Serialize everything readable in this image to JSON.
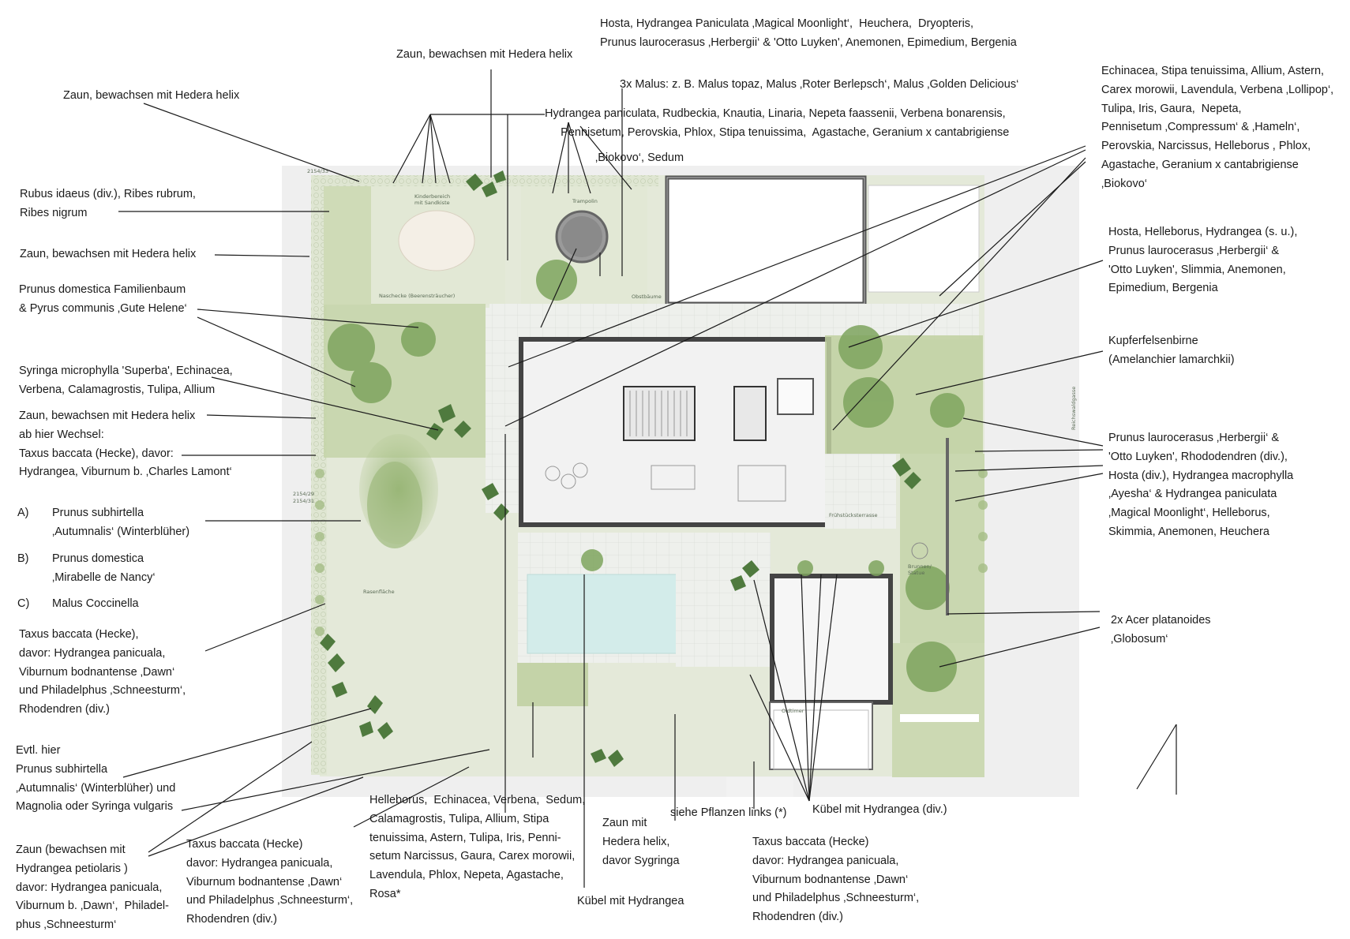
{
  "labels": {
    "top_hosta": "Hosta, Hydrangea Paniculata ‚Magical Moonlight‘,  Heuchera,  Dryopteris,\nPrunus laurocerasus ‚Herbergii‘ & 'Otto Luyken', Anemonen, Epimedium, Bergenia",
    "top_zaun": "Zaun, bewachsen mit Hedera helix",
    "top_malus": "3x Malus: z. B. Malus topaz, Malus ‚Roter Berlepsch‘, Malus ‚Golden Delicious‘",
    "top_hydrangea": "Hydrangea paniculata, Rudbeckia, Knautia, Linaria, Nepeta faassenii, Verbena bonarensis,\n     Pennisetum, Perovskia, Phlox, Stipa tenuissima,  Agastache, Geranium x cantabrigiense",
    "top_biokovo": "‚Biokovo‘, Sedum",
    "left_zaun1": "Zaun, bewachsen mit Hedera helix",
    "left_rubus": "Rubus idaeus (div.), Ribes rubrum,\nRibes nigrum",
    "left_zaun2": "Zaun, bewachsen mit Hedera helix",
    "left_prunus": "Prunus domestica Familienbaum\n& Pyrus communis ‚Gute Helene‘",
    "left_syringa": "Syringa microphylla 'Superba', Echinacea,\nVerbena, Calamagrostis, Tulipa, Allium",
    "left_zaun3": "Zaun, bewachsen mit Hedera helix\nab hier Wechsel:\nTaxus baccata (Hecke), davor:\nHydrangea, Viburnum b. ‚Charles Lamont‘",
    "left_a_key": "A)",
    "left_a_text": "Prunus subhirtella\n‚Autumnalis‘ (Winterblüher)",
    "left_b_key": "B)",
    "left_b_text": "Prunus domestica\n‚Mirabelle de Nancy‘",
    "left_c_key": "C)",
    "left_c_text": "Malus Coccinella",
    "left_taxus": "Taxus baccata (Hecke),\ndavor: Hydrangea panicuala,\nViburnum bodnantense ‚Dawn‘\nund Philadelphus ‚Schneesturm‘,\nRhodendren (div.)",
    "left_evtl": "Evtl. hier\nPrunus subhirtella\n‚Autumnalis‘ (Winterblüher) und\nMagnolia oder Syringa vulgaris",
    "bottom_zaun_petiolaris": "Zaun (bewachsen mit\nHydrangea petiolaris )\ndavor: Hydrangea panicuala,\nViburnum b. ‚Dawn‘,  Philadel-\nphus ‚Schneesturm‘",
    "bottom_taxus1": "Taxus baccata (Hecke)\ndavor: Hydrangea panicuala,\nViburnum bodnantense ‚Dawn‘\nund Philadelphus ‚Schneesturm‘,\nRhodendren (div.)",
    "bottom_helleborus": "Helleborus,  Echinacea, Verbena,  Sedum,\nCalamagrostis, Tulipa, Allium, Stipa\ntenuissima, Astern, Tulipa, Iris, Penni-\nsetum Narcissus, Gaura, Carex morowii,\nLavendula, Phlox, Nepeta, Agastache,\nRosa*",
    "bottom_zaun_mit": "Zaun mit\nHedera helix,\ndavor Sygringa",
    "bottom_kuebel": "Kübel mit Hydrangea",
    "bottom_siehe": "siehe Pflanzen links (*)",
    "bottom_kuebel_div": "Kübel mit Hydrangea (div.)",
    "bottom_taxus2": "Taxus baccata (Hecke)\ndavor: Hydrangea panicuala,\nViburnum bodnantense ‚Dawn‘\nund Philadelphus ‚Schneesturm‘,\nRhodendren (div.)",
    "right_echinacea": "Echinacea, Stipa tenuissima, Allium, Astern,\nCarex morowii, Lavendula, Verbena ‚Lollipop‘,\nTulipa, Iris, Gaura,  Nepeta,\nPennisetum ‚Compressum‘ & ‚Hameln‘,\nPerovskia, Narcissus, Helleborus , Phlox,\nAgastache, Geranium x cantabrigiense\n‚Biokovo‘",
    "right_hosta": "Hosta, Helleborus, Hydrangea (s. u.),\nPrunus laurocerasus ‚Herbergii‘ &\n'Otto Luyken', Slimmia, Anemonen,\nEpimedium, Bergenia",
    "right_kupfer": "Kupferfelsenbirne\n(Amelanchier lamarchkii)",
    "right_prunus": "Prunus laurocerasus ‚Herbergii‘ &\n'Otto Luyken', Rhododendren (div.),\nHosta (div.), Hydrangea macrophylla\n‚Ayesha‘ & Hydrangea paniculata\n‚Magical Moonlight‘, Helleborus,\nSkimmia, Anemonen, Heuchera",
    "right_acer": "2x Acer platanoides\n‚Globosum‘"
  },
  "plan_text": {
    "kinderbereich": "Kinderbereich\nmit Sandkiste",
    "trampolin": "Trampolin",
    "naschecke": "Naschecke (Beerensträucher)",
    "obstbaeume": "Obstbäume",
    "rasenflaeche": "Rasenfläche",
    "fruehstueck": "Frühstücksterrasse",
    "brunnen": "Brunnen/\nStatue",
    "oldtimer": "Oldtimer",
    "parcel_top": "2154/33",
    "parcel_mid1": "2154/29",
    "parcel_mid2": "2154/31",
    "road": "Reichswaldgasse"
  },
  "colors": {
    "lawn": "#e5eadb",
    "bed": "#c3d2a6",
    "dark_leaf": "#4d7a3c",
    "mid_leaf": "#7ea45e",
    "paving": "#eceeea",
    "water": "#d3ecea",
    "lines": "#1a1a1a"
  }
}
